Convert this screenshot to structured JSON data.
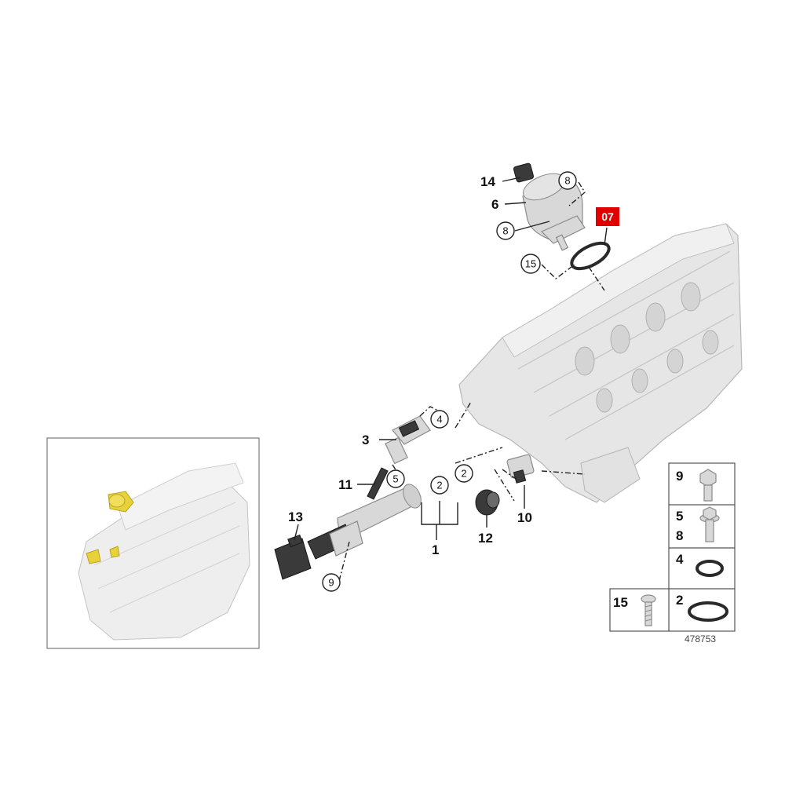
{
  "callouts": {
    "c1": "1",
    "c2a": "2",
    "c2b": "2",
    "c3": "3",
    "c4": "4",
    "c5": "5",
    "c6": "6",
    "c8a": "8",
    "c8b": "8",
    "c9": "9",
    "c10": "10",
    "c11": "11",
    "c12": "12",
    "c13": "13",
    "c14": "14",
    "c15": "15"
  },
  "badge": {
    "text": "07",
    "color": "#e00000"
  },
  "legend": {
    "cell_9": "9",
    "cell_5": "5",
    "cell_8": "8",
    "cell_4": "4",
    "cell_15": "15",
    "cell_2": "2"
  },
  "reference_number": "478753",
  "colors": {
    "highlight": "#e8d23a",
    "line": "#222222"
  }
}
